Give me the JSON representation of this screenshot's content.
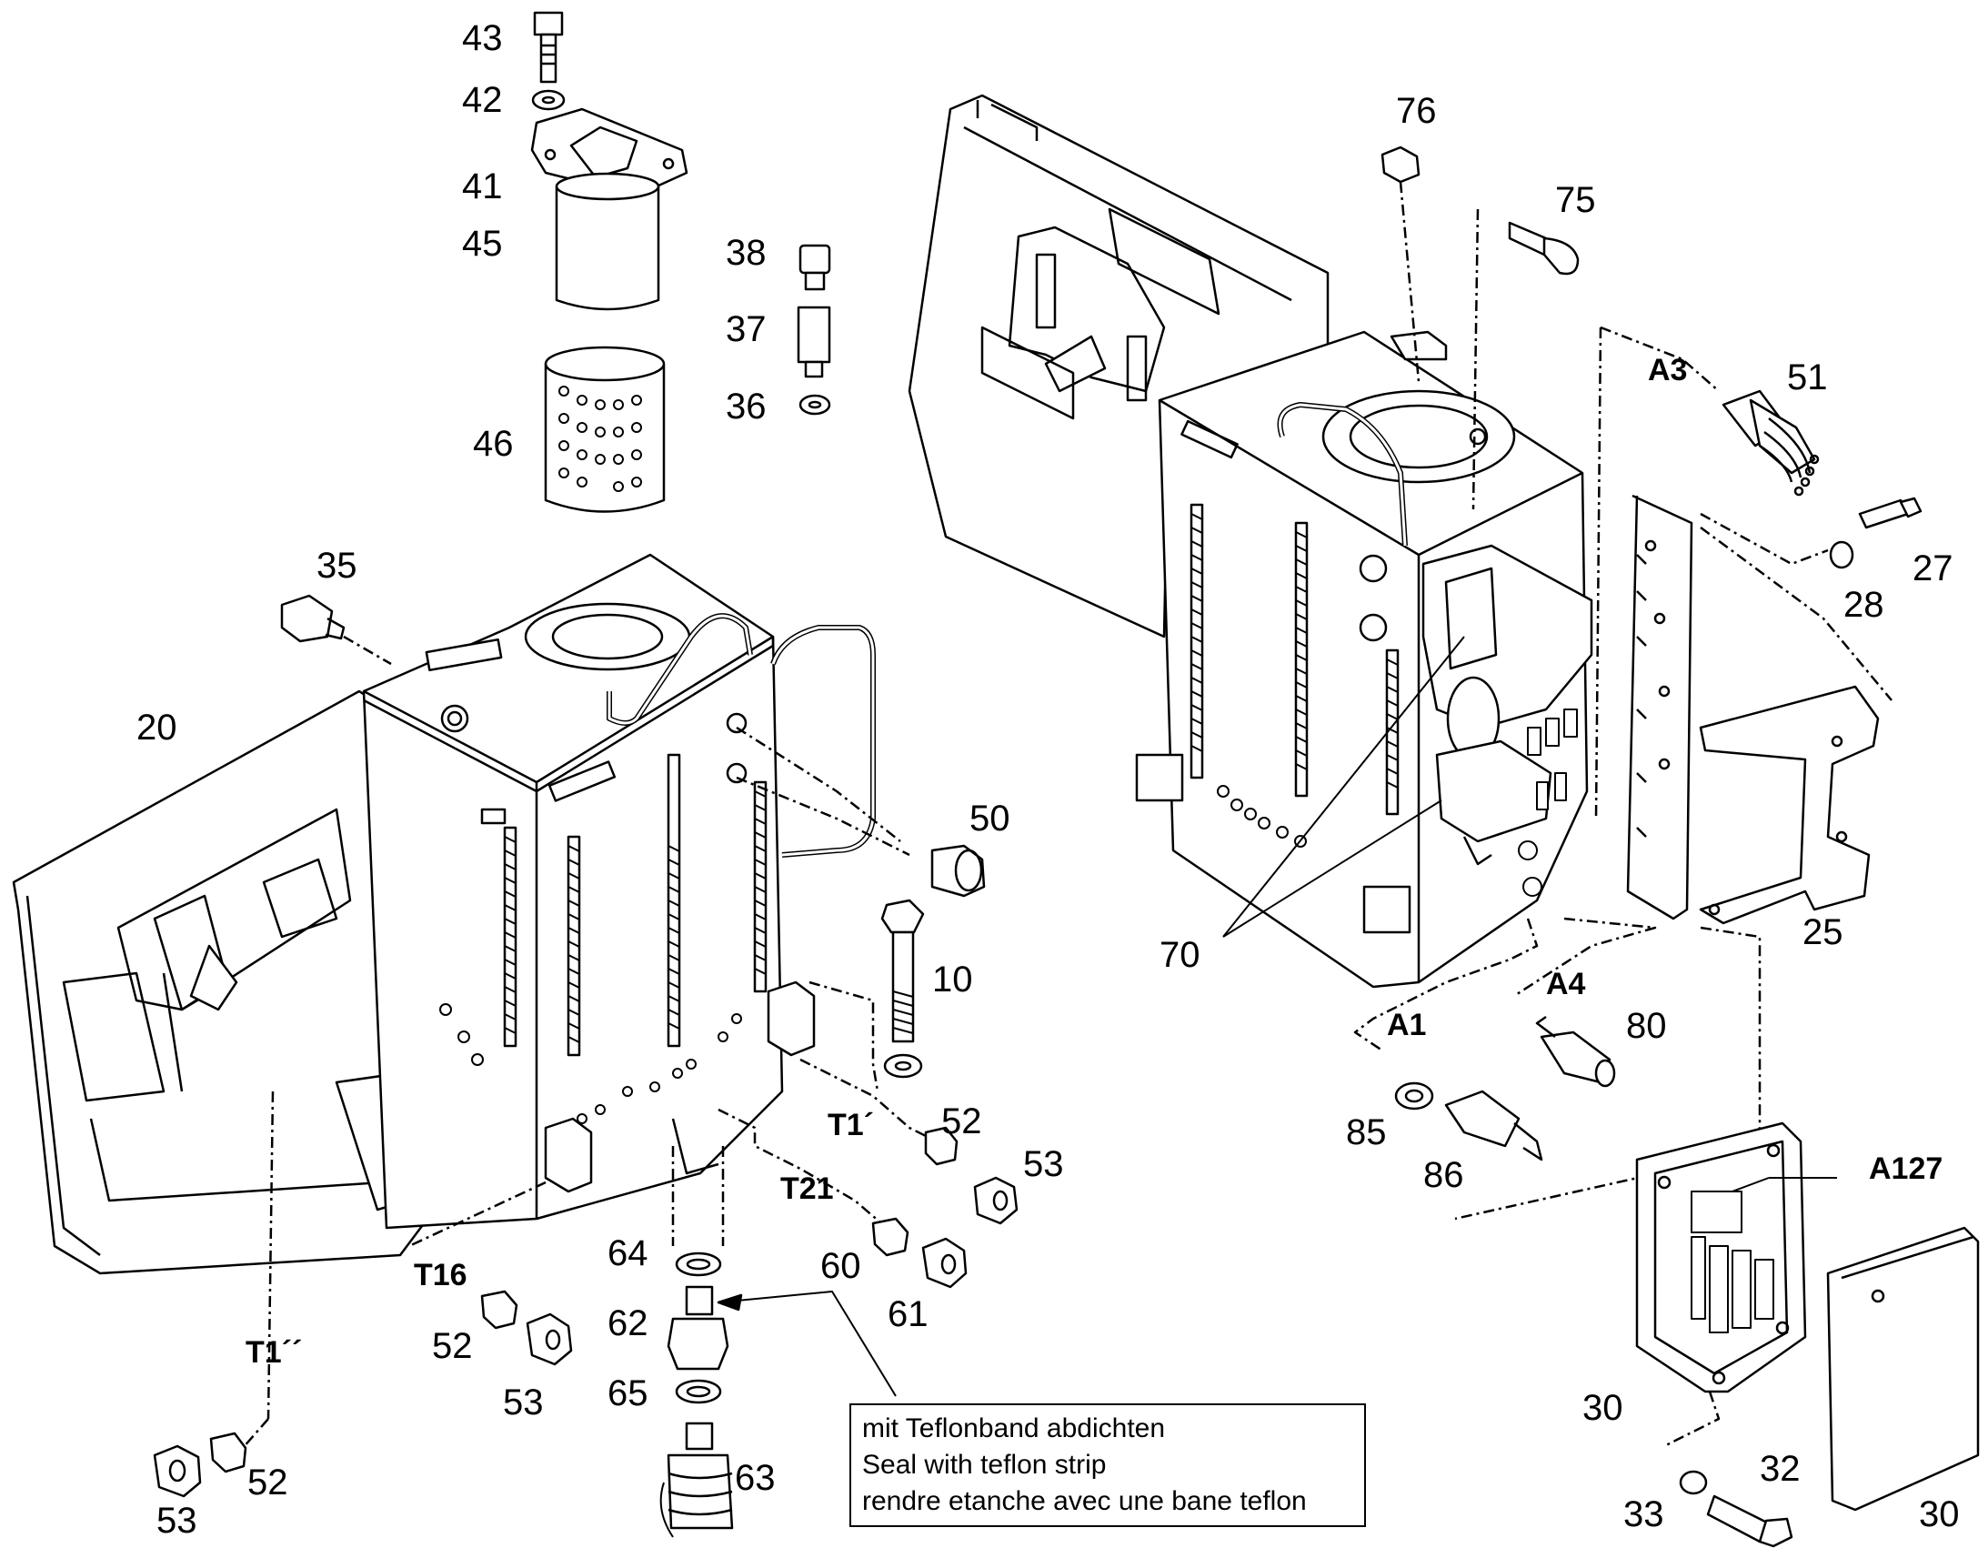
{
  "labels": {
    "l43": "43",
    "l42": "42",
    "l41": "41",
    "l45": "45",
    "l46": "46",
    "l38": "38",
    "l37": "37",
    "l36": "36",
    "l35": "35",
    "l20": "20",
    "l50": "50",
    "l10": "10",
    "l52a": "52",
    "l53a": "53",
    "T1a": "T1´",
    "T21": "T21",
    "l60": "60",
    "l61": "61",
    "T16": "T16",
    "l52b": "52",
    "l53b": "53",
    "l64": "64",
    "l62": "62",
    "l65": "65",
    "l63": "63",
    "T1b": "T1´´",
    "l52c": "52",
    "l53c": "53",
    "l76": "76",
    "l75": "75",
    "A3": "A3",
    "l51": "51",
    "l27": "27",
    "l28": "28",
    "l25": "25",
    "l70": "70",
    "A4": "A4",
    "A1": "A1",
    "l80": "80",
    "l85": "85",
    "l86": "86",
    "A127": "A127",
    "l30a": "30",
    "l30b": "30",
    "l32": "32",
    "l33": "33"
  },
  "note": {
    "de": "mit Teflonband abdichten",
    "en": "Seal with teflon strip",
    "fr": "rendre etanche avec une bane teflon"
  }
}
